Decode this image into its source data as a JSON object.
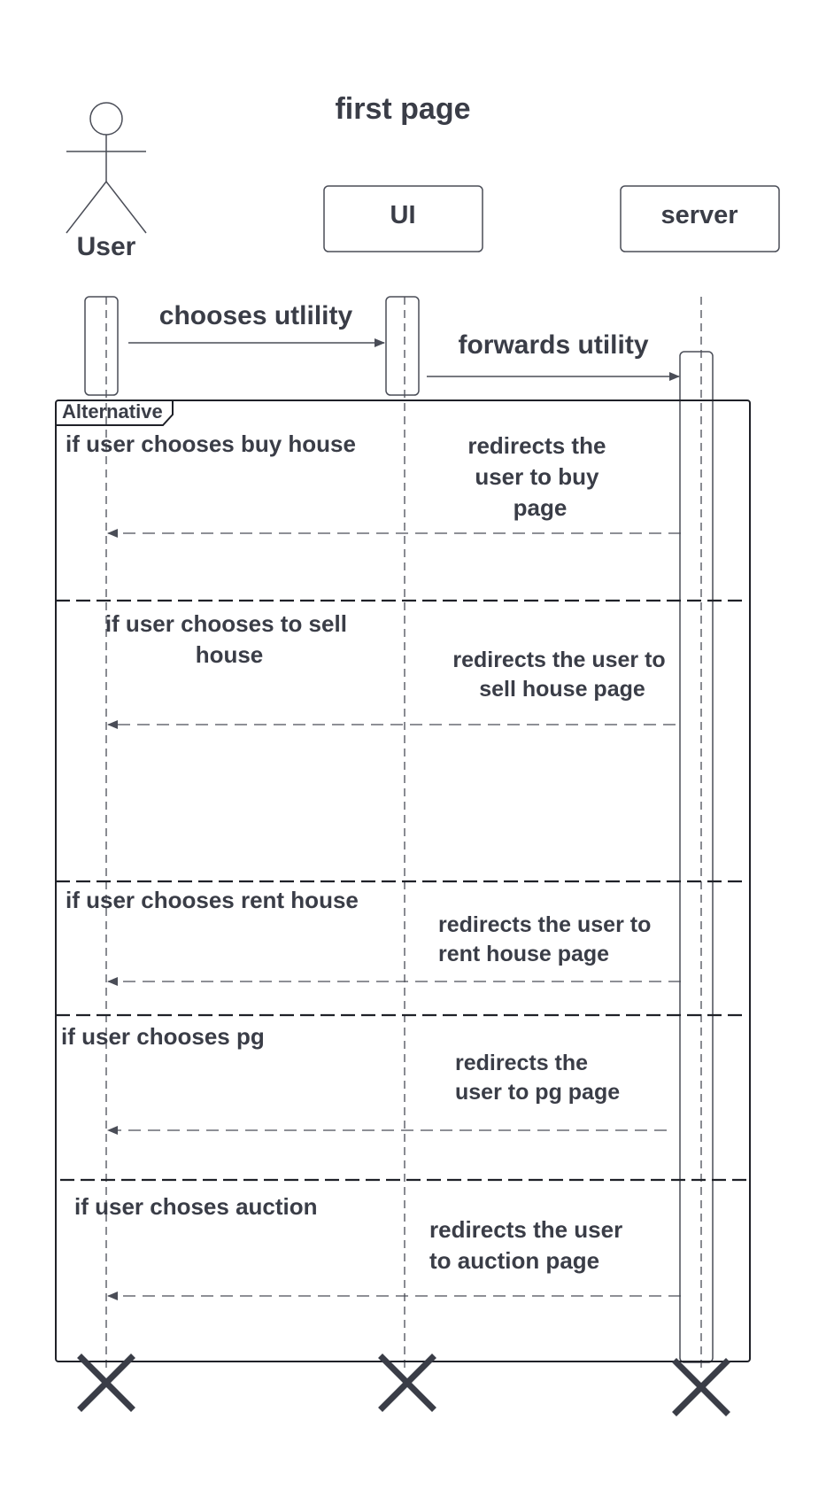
{
  "diagram": {
    "title": "first page",
    "actor": {
      "label": "User"
    },
    "participants": [
      {
        "label": "UI"
      },
      {
        "label": "server"
      }
    ],
    "messages": {
      "chooses": "chooses utlility",
      "forwards": "forwards utility"
    },
    "frame": {
      "tag": "Alternative",
      "sections": [
        {
          "guard": [
            "if user chooses buy house"
          ],
          "reply": [
            "redirects the",
            "user to buy",
            "page"
          ]
        },
        {
          "guard": [
            "if user chooses to sell",
            "house"
          ],
          "reply": [
            "redirects the user to",
            "sell house page"
          ]
        },
        {
          "guard": [
            "if user chooses rent house"
          ],
          "reply": [
            "redirects the user to",
            "rent house page"
          ]
        },
        {
          "guard": [
            "if user chooses pg"
          ],
          "reply": [
            "redirects the",
            "user to pg page"
          ]
        },
        {
          "guard": [
            "if user choses auction"
          ],
          "reply": [
            "redirects the user",
            "to auction page"
          ]
        }
      ]
    },
    "colors": {
      "ink": "#3a3d47",
      "frame": "#1f2128",
      "background": "#ffffff"
    }
  }
}
